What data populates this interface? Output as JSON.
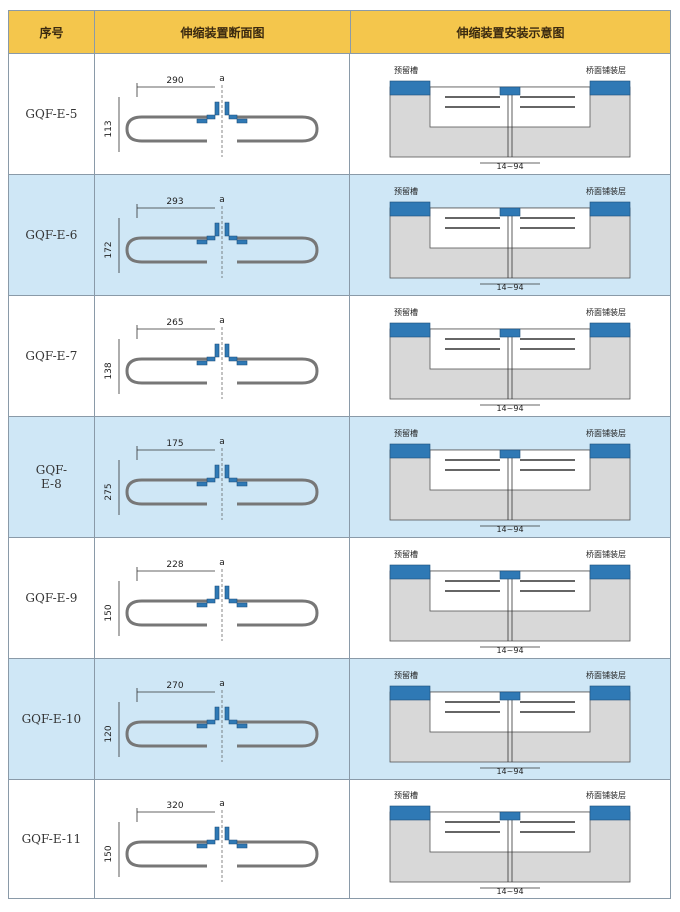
{
  "header": {
    "col1": "序号",
    "col2": "伸缩装置断面图",
    "col3": "伸缩装置安装示意图"
  },
  "labels": {
    "slot": "预留槽",
    "pavement": "桥面铺装层",
    "gap_label": "a",
    "range": "14~94"
  },
  "rows": [
    {
      "model": "GQF-E-5",
      "width_dim": "290",
      "height_dim": "113"
    },
    {
      "model": "GQF-E-6",
      "width_dim": "293",
      "height_dim": "172"
    },
    {
      "model": "GQF-E-7",
      "width_dim": "265",
      "height_dim": "138"
    },
    {
      "model": "GQF-\nE-8",
      "width_dim": "175",
      "height_dim": "275"
    },
    {
      "model": "GQF-E-9",
      "width_dim": "228",
      "height_dim": "150"
    },
    {
      "model": "GQF-E-10",
      "width_dim": "270",
      "height_dim": "120"
    },
    {
      "model": "GQF-E-11",
      "width_dim": "320",
      "height_dim": "150"
    }
  ],
  "colors": {
    "header_bg": "#f4c64c",
    "alt_row_bg": "#cfe7f6",
    "accent_blue": "#2f79b5",
    "concrete": "#d8d8d8"
  }
}
